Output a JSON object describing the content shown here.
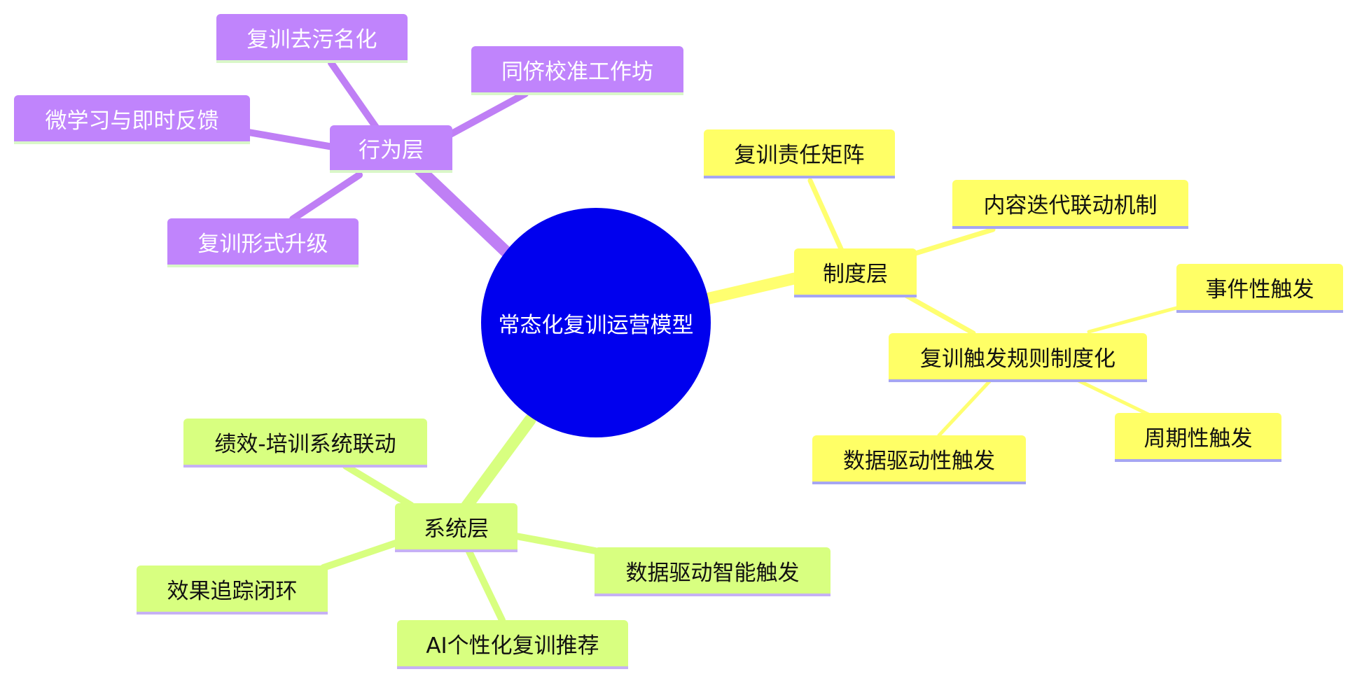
{
  "root": {
    "label": "常态化复训运营模型"
  },
  "branches": {
    "behavior": {
      "label": "行为层",
      "children": [
        "复训去污名化",
        "同侪校准工作坊",
        "微学习与即时反馈",
        "复训形式升级"
      ]
    },
    "system_rule": {
      "label": "制度层",
      "children": [
        "复训责任矩阵",
        "内容迭代联动机制"
      ],
      "sub": {
        "label": "复训触发规则制度化",
        "children": [
          "事件性触发",
          "周期性触发",
          "数据驱动性触发"
        ]
      }
    },
    "system": {
      "label": "系统层",
      "children": [
        "绩效-培训系统联动",
        "效果追踪闭环",
        "AI个性化复训推荐",
        "数据驱动智能触发"
      ]
    }
  },
  "colors": {
    "root": "#0000ee",
    "behavior": "#c084fc",
    "system_rule": "#ffff66",
    "system": "#d8ff80",
    "behavior_edge": "#bf7ff5",
    "system_rule_edge": "#ffff70",
    "system_edge": "#d8ff80"
  }
}
